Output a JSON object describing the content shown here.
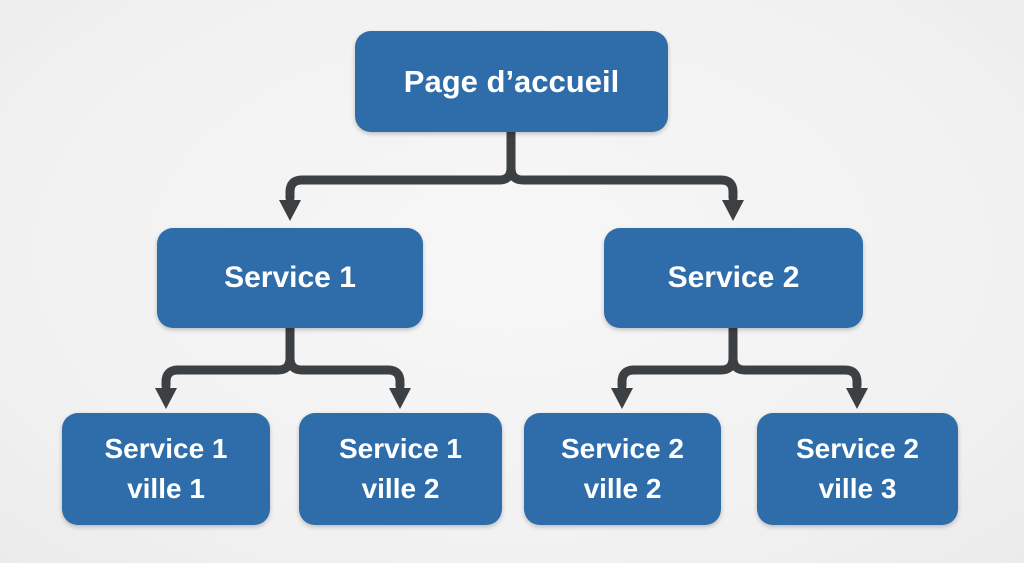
{
  "diagram": {
    "background": "#f2f2f2",
    "colors": {
      "node_fill": "#2e6da9",
      "node_text": "#ffffff",
      "connector": "#3c4043"
    },
    "nodes": {
      "root": {
        "label": "Page d’accueil"
      },
      "service1": {
        "label": "Service 1"
      },
      "service2": {
        "label": "Service 2"
      },
      "service1_ville1": {
        "line1": "Service 1",
        "line2": "ville 1"
      },
      "service1_ville2": {
        "line1": "Service 1",
        "line2": "ville 2"
      },
      "service2_ville2": {
        "line1": "Service 2",
        "line2": "ville 2"
      },
      "service2_ville3": {
        "line1": "Service 2",
        "line2": "ville 3"
      }
    }
  }
}
